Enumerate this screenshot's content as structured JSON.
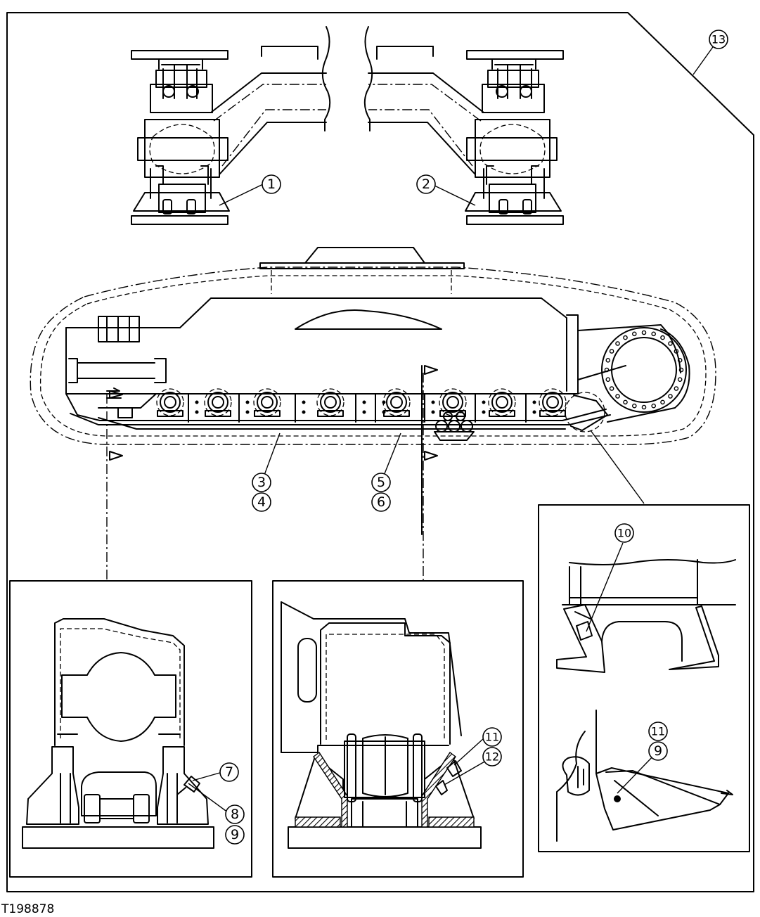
{
  "figure_id": "T198878",
  "callouts": [
    {
      "id": "c1",
      "label": "1"
    },
    {
      "id": "c2",
      "label": "2"
    },
    {
      "id": "c3",
      "label": "3"
    },
    {
      "id": "c4",
      "label": "4"
    },
    {
      "id": "c5",
      "label": "5"
    },
    {
      "id": "c6",
      "label": "6"
    },
    {
      "id": "c7",
      "label": "7"
    },
    {
      "id": "c8",
      "label": "8"
    },
    {
      "id": "c9a",
      "label": "9"
    },
    {
      "id": "c10",
      "label": "10"
    },
    {
      "id": "c11a",
      "label": "11"
    },
    {
      "id": "c12",
      "label": "12"
    },
    {
      "id": "c11b",
      "label": "11"
    },
    {
      "id": "c9b",
      "label": "9"
    },
    {
      "id": "c13",
      "label": "13"
    }
  ]
}
